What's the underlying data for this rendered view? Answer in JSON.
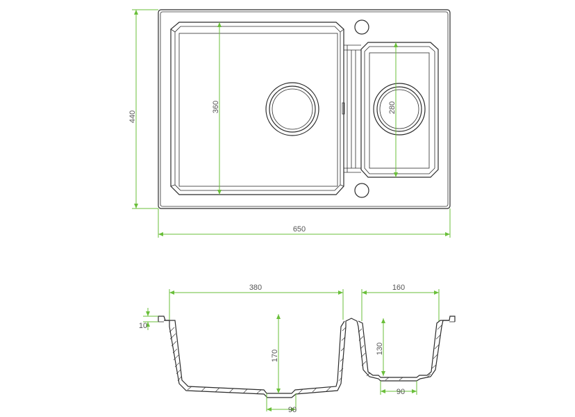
{
  "accent_color": "#6abf3a",
  "line_color": "#2b2b2b",
  "top_view": {
    "width": "650",
    "height": "440",
    "main_bowl_depth": "360",
    "small_bowl_depth": "280"
  },
  "section_view": {
    "main_bowl_width": "380",
    "small_bowl_width": "160",
    "rim_thickness": "10",
    "main_bowl_height": "170",
    "small_bowl_height": "130",
    "main_drain": "90",
    "small_drain": "90"
  }
}
